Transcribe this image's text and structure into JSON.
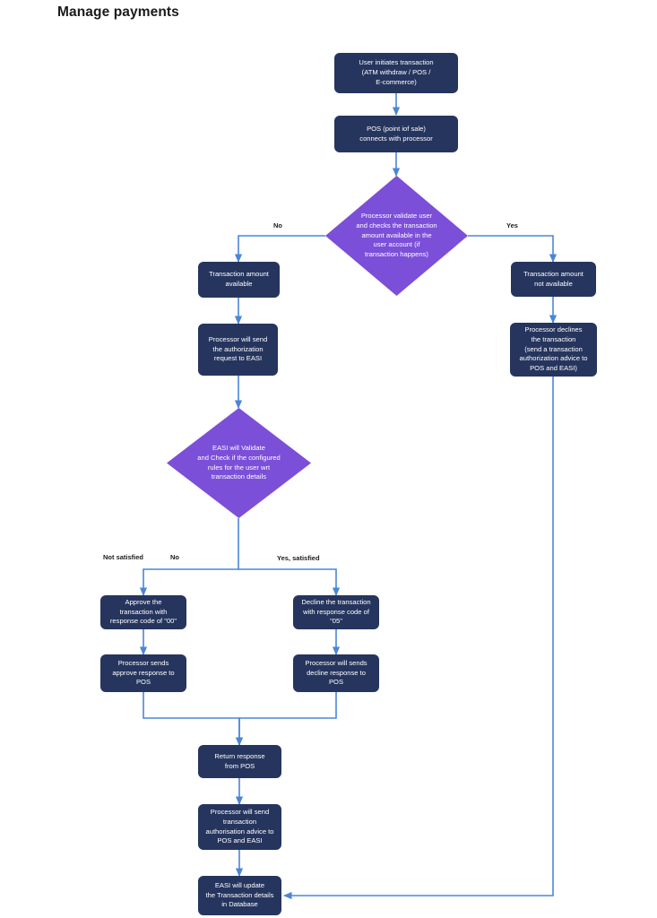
{
  "page": {
    "title": "Manage payments",
    "background": "#ffffff"
  },
  "colors": {
    "process_fill": "#26355E",
    "decision_fill": "#7B4FD8",
    "connector": "#4A86D8",
    "text_on_shape": "#ffffff",
    "title_text": "#1a1a1a",
    "label_text": "#1c1c1c"
  },
  "chart_data": {
    "type": "diagram",
    "title": "Manage payments",
    "nodes": [
      {
        "id": "n1",
        "shape": "process",
        "label": "User initiates transaction\n(ATM withdraw / POS /\nE-commerce)"
      },
      {
        "id": "n2",
        "shape": "process",
        "label": "POS (point iof sale)\nconnects with processor"
      },
      {
        "id": "d1",
        "shape": "decision",
        "label": "Processor validate user\nand checks the transaction\namount available in the\nuser account (if\ntransaction happens)"
      },
      {
        "id": "n3",
        "shape": "process",
        "label": "Transaction amount\navailable"
      },
      {
        "id": "n4",
        "shape": "process",
        "label": "Transaction amount\nnot available"
      },
      {
        "id": "n5",
        "shape": "process",
        "label": "Processor will send\nthe authorization\nrequest to EASI"
      },
      {
        "id": "n6",
        "shape": "process",
        "label": "Processor declines\nthe transaction\n(send a transaction\nauthorization advice to\nPOS and EASI)"
      },
      {
        "id": "d2",
        "shape": "decision",
        "label": "EASI will Validate\nand Check if the configured\nrules for the user wrt\ntransaction details"
      },
      {
        "id": "n7",
        "shape": "process",
        "label": "Approve the\ntransaction with\nresponse code of \"00\""
      },
      {
        "id": "n8",
        "shape": "process",
        "label": "Decline the transaction\nwith response code of\n\"05\""
      },
      {
        "id": "n9",
        "shape": "process",
        "label": "Processor sends\napprove response to\nPOS"
      },
      {
        "id": "n10",
        "shape": "process",
        "label": "Processor will sends\ndecline response to\nPOS"
      },
      {
        "id": "n11",
        "shape": "process",
        "label": "Return response\nfrom POS"
      },
      {
        "id": "n12",
        "shape": "process",
        "label": "Processor will send\ntransaction\nauthorisation advice to\nPOS and EASI"
      },
      {
        "id": "n13",
        "shape": "process",
        "label": "EASI will update\nthe Transaction details\nin Database"
      }
    ],
    "edge_labels": [
      {
        "id": "e_no_left",
        "text": "No"
      },
      {
        "id": "e_yes_right",
        "text": "Yes"
      },
      {
        "id": "e_not_satisfied",
        "text": "Not satisfied"
      },
      {
        "id": "e_no_mid",
        "text": "No"
      },
      {
        "id": "e_yes_satisfied",
        "text": "Yes, satisfied"
      }
    ],
    "edges": [
      {
        "from": "n1",
        "to": "n2",
        "label": ""
      },
      {
        "from": "n2",
        "to": "d1",
        "label": ""
      },
      {
        "from": "d1",
        "to": "n3",
        "label": "No"
      },
      {
        "from": "d1",
        "to": "n4",
        "label": "Yes"
      },
      {
        "from": "n3",
        "to": "n5",
        "label": ""
      },
      {
        "from": "n4",
        "to": "n6",
        "label": ""
      },
      {
        "from": "n5",
        "to": "d2",
        "label": ""
      },
      {
        "from": "d2",
        "to": "n7",
        "label": "Not satisfied / No"
      },
      {
        "from": "d2",
        "to": "n8",
        "label": "Yes, satisfied"
      },
      {
        "from": "n7",
        "to": "n9",
        "label": ""
      },
      {
        "from": "n8",
        "to": "n10",
        "label": ""
      },
      {
        "from": "n9",
        "to": "n11",
        "label": ""
      },
      {
        "from": "n10",
        "to": "n11",
        "label": ""
      },
      {
        "from": "n11",
        "to": "n12",
        "label": ""
      },
      {
        "from": "n12",
        "to": "n13",
        "label": ""
      },
      {
        "from": "n6",
        "to": "n13",
        "label": ""
      }
    ]
  }
}
